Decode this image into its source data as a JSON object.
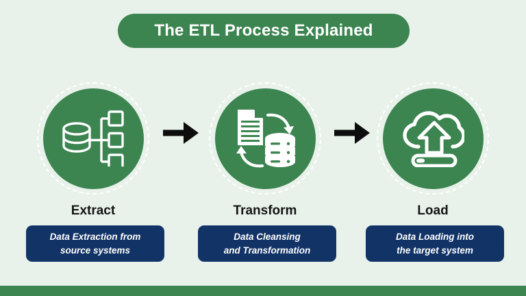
{
  "title": {
    "text": "The ETL Process Explained"
  },
  "colors": {
    "background": "#e8f2ea",
    "green": "#3c8450",
    "navy": "#123366",
    "white": "#ffffff",
    "arrow_black": "#0d0d0d",
    "label_black": "#141414"
  },
  "stages": [
    {
      "key": "extract",
      "label": "Extract",
      "description": "Data Extraction from\nsource systems",
      "icon": "database-tree-icon"
    },
    {
      "key": "transform",
      "label": "Transform",
      "description": "Data Cleansing\nand Transformation",
      "icon": "document-database-sync-icon"
    },
    {
      "key": "load",
      "label": "Load",
      "description": "Data Loading into\nthe target system",
      "icon": "cloud-upload-icon"
    }
  ],
  "arrows": [
    {
      "key": "arrow-extract-to-transform",
      "icon": "arrow-right-icon"
    },
    {
      "key": "arrow-transform-to-load",
      "icon": "arrow-right-icon"
    }
  ],
  "footer": {
    "bar": "green-accent-bar"
  }
}
